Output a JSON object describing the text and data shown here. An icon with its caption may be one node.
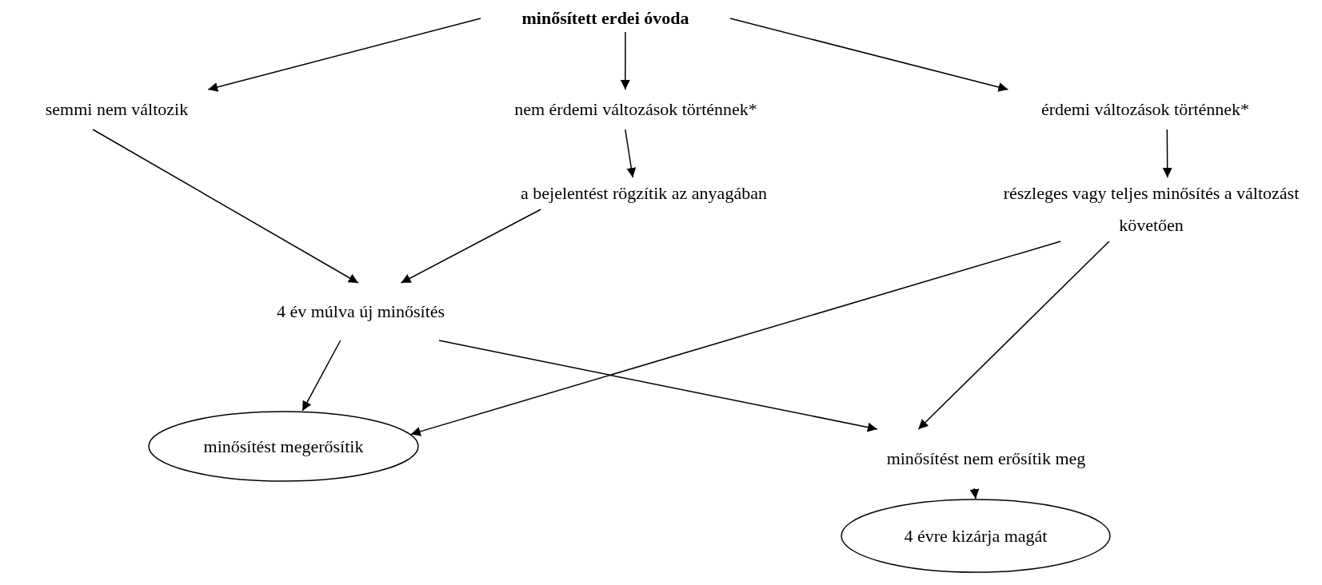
{
  "diagram": {
    "nodes": [
      {
        "text": [
          "minősített erdei óvoda"
        ]
      },
      {
        "text": [
          "semmi nem változik"
        ]
      },
      {
        "text": [
          "nem érdemi változások történnek*"
        ]
      },
      {
        "text": [
          "érdemi változások történnek*"
        ]
      },
      {
        "text": [
          "a bejelentést rögzítik az anyagában"
        ]
      },
      {
        "text": [
          "részleges vagy teljes minősítés a változást követően"
        ]
      },
      {
        "text": [
          "4 év múlva új minősítés"
        ]
      },
      {
        "text": [
          "minősítést megerősítik"
        ]
      },
      {
        "text": [
          "minősítést nem erősítik meg"
        ]
      },
      {
        "text": [
          "4 évre kizárja magát"
        ]
      }
    ],
    "edges": [
      {
        "from": 0,
        "to": 1,
        "arrow": "to"
      },
      {
        "from": 0,
        "to": 2,
        "arrow": "to"
      },
      {
        "from": 0,
        "to": 3,
        "arrow": "to"
      },
      {
        "from": 1,
        "to": 6,
        "arrow": "to"
      },
      {
        "from": 2,
        "to": 4,
        "arrow": "to"
      },
      {
        "from": 3,
        "to": 5,
        "arrow": "to"
      },
      {
        "from": 4,
        "to": 6,
        "arrow": "to"
      },
      {
        "from": 6,
        "to": 7,
        "arrow": "to"
      },
      {
        "from": 6,
        "to": 8,
        "arrow": "to"
      },
      {
        "from": 5,
        "to": 7,
        "arrow": "to"
      },
      {
        "from": 5,
        "to": 8,
        "arrow": "to"
      },
      {
        "from": 8,
        "to": 9,
        "arrow": "to"
      }
    ]
  }
}
